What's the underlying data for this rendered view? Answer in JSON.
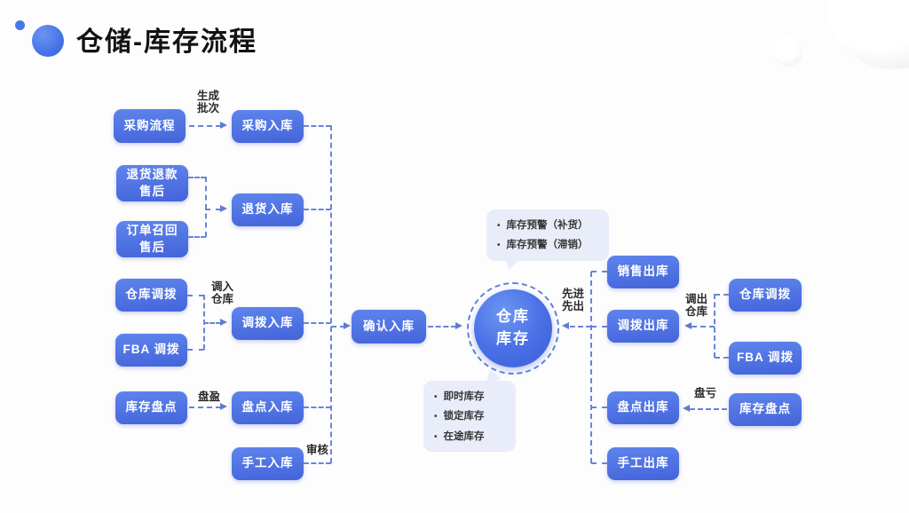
{
  "slide": {
    "title": "仓储-库存流程"
  },
  "nodes": {
    "purchase_flow": "采购流程",
    "purchase_inbound": "采购入库",
    "return_refund": "退货退款\n售后",
    "order_recall": "订单召回\n售后",
    "return_inbound": "退货入库",
    "warehouse_transfer_left": "仓库调拨",
    "fba_transfer_left": "FBA 调拨",
    "transfer_inbound": "调拨入库",
    "stock_count_left": "库存盘点",
    "count_inbound": "盘点入库",
    "manual_inbound": "手工入库",
    "confirm_inbound": "确认入库",
    "warehouse_stock": "仓库\n库存",
    "sales_outbound": "销售出库",
    "transfer_outbound": "调拨出库",
    "count_outbound": "盘点出库",
    "manual_outbound": "手工出库",
    "warehouse_transfer_right": "仓库调拨",
    "fba_transfer_right": "FBA 调拨",
    "stock_count_right": "库存盘点"
  },
  "annotations": {
    "generate_batch": "生成\n批次",
    "transfer_in_warehouse": "调入\n仓库",
    "count_gain": "盘盈",
    "audit": "审核",
    "fifo": "先进\n先出",
    "transfer_out_warehouse": "调出\n仓库",
    "count_loss": "盘亏"
  },
  "callouts": {
    "stock_alerts": {
      "items": [
        "库存预警（补货）",
        "库存预警（滞销）"
      ]
    },
    "stock_types": {
      "items": [
        "即时库存",
        "锁定库存",
        "在途库存"
      ]
    }
  },
  "colors": {
    "node_blue_top": "#5e84ec",
    "node_blue_bottom": "#4464da",
    "circle_blue": "#4a71e6",
    "connector_blue": "#6b84d6",
    "callout_bg": "#e9edf9",
    "title_text": "#121212",
    "node_text": "#ffffff"
  }
}
